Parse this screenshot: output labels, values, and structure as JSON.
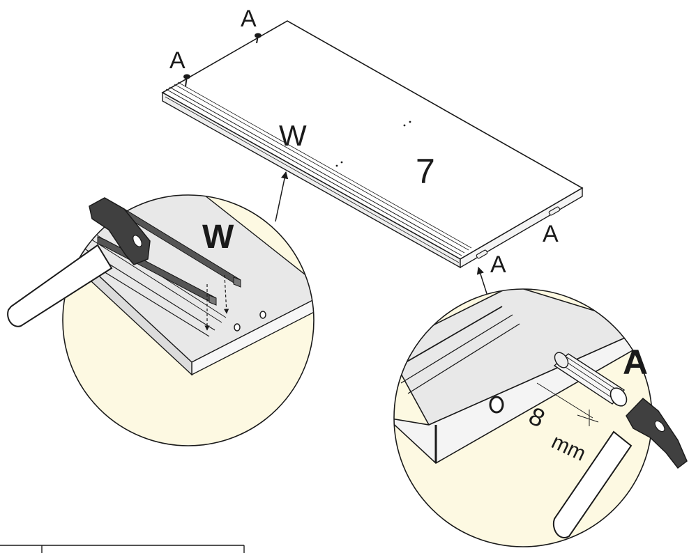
{
  "diagram": {
    "panel_number": "7",
    "part_labels": {
      "dowel": "A",
      "rail": "W"
    },
    "dimension": {
      "value": "8",
      "unit": "mm"
    },
    "colors": {
      "ink": "#1a1a1a",
      "board_face": "#ffffff",
      "board_edge": "#e6e6e6",
      "detail_background": "#fdf9e2",
      "detail_surface": "#e8e8e8",
      "rail": "#3a3a3a",
      "hammer_head": "#404040",
      "handle": "#ffffff"
    },
    "icons": {
      "board": "board-panel",
      "rail": "rail-w",
      "dowel": "dowel-a",
      "tool": "hammer-icon"
    }
  }
}
